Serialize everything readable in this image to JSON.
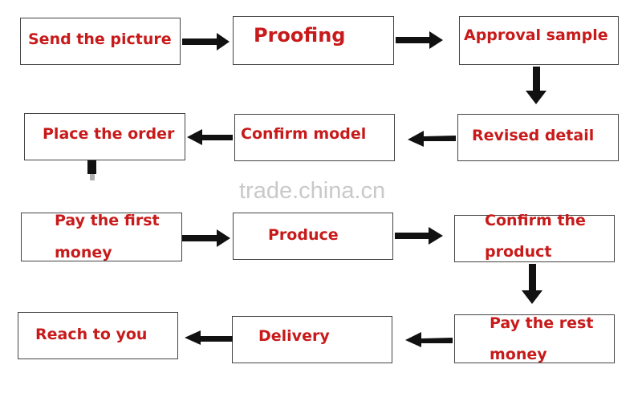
{
  "steps": {
    "send_picture": "Send the picture",
    "proofing": "Proofing",
    "approval_sample": "Approval sample",
    "revised_detail": "Revised detail",
    "confirm_model": "Confirm model",
    "place_order": "Place the order",
    "pay_first_line1": "Pay the first",
    "pay_first_line2": "money",
    "produce": "Produce",
    "confirm_product_line1": "Confirm the",
    "confirm_product_line2": "product",
    "pay_rest_line1": "Pay the rest",
    "pay_rest_line2": "money",
    "delivery": "Delivery",
    "reach_you": "Reach to you"
  },
  "watermark": "trade.china.cn",
  "colors": {
    "label": "#c81a1a",
    "arrow": "#111111",
    "border": "#444444",
    "watermark": "#c9c9c9"
  }
}
